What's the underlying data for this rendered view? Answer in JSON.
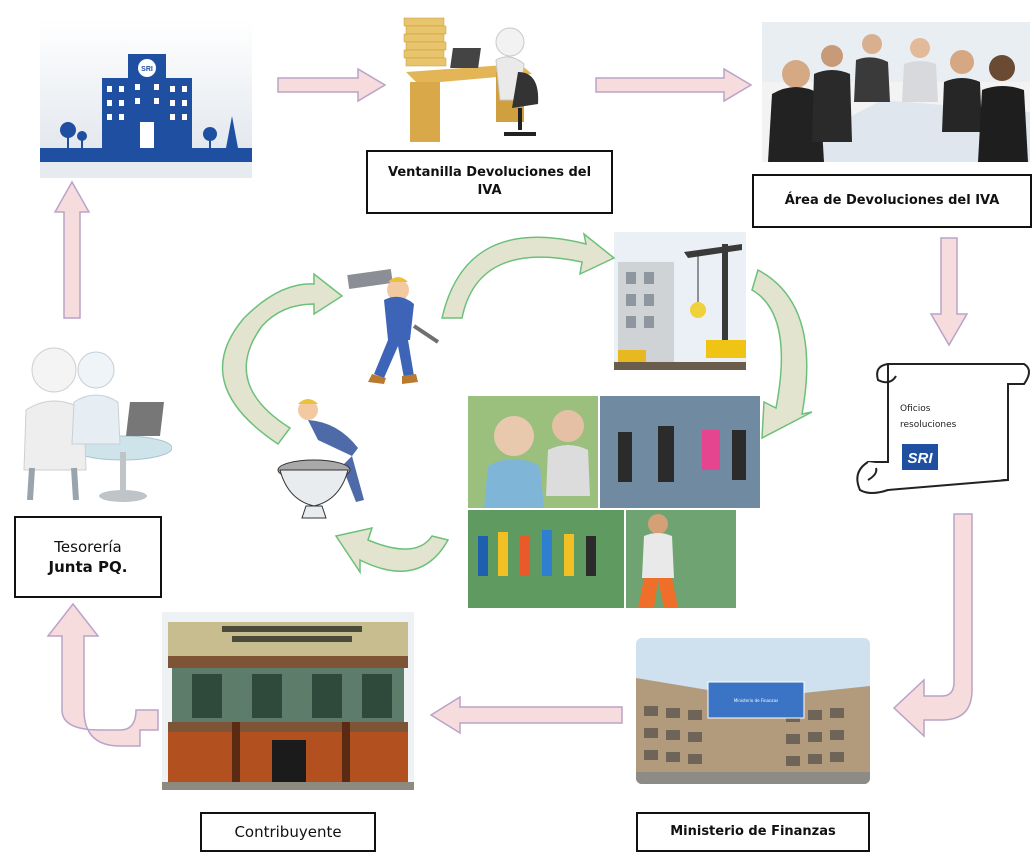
{
  "labels": {
    "ventanilla": "Ventanilla Devoluciones del IVA",
    "area": "Área de Devoluciones del IVA",
    "tesoreria_line1": "Tesorería",
    "tesoreria_line2": "Junta PQ.",
    "contribuyente": "Contribuyente",
    "ministerio": "Ministerio de Finanzas"
  },
  "scroll_document": {
    "line1": "Oficios",
    "line2": "resoluciones",
    "logo": "SRI"
  },
  "sri_building_logo": "SRI",
  "ministerio_sign": "Ministerio de Finanzas",
  "colors": {
    "arrow_fill": "#f6dcdc",
    "arrow_stroke": "#b9a3c9",
    "cycle_arrow_fill": "#e3e4cf",
    "cycle_arrow_stroke": "#6cc07a",
    "sri_blue": "#1f4fa1"
  }
}
